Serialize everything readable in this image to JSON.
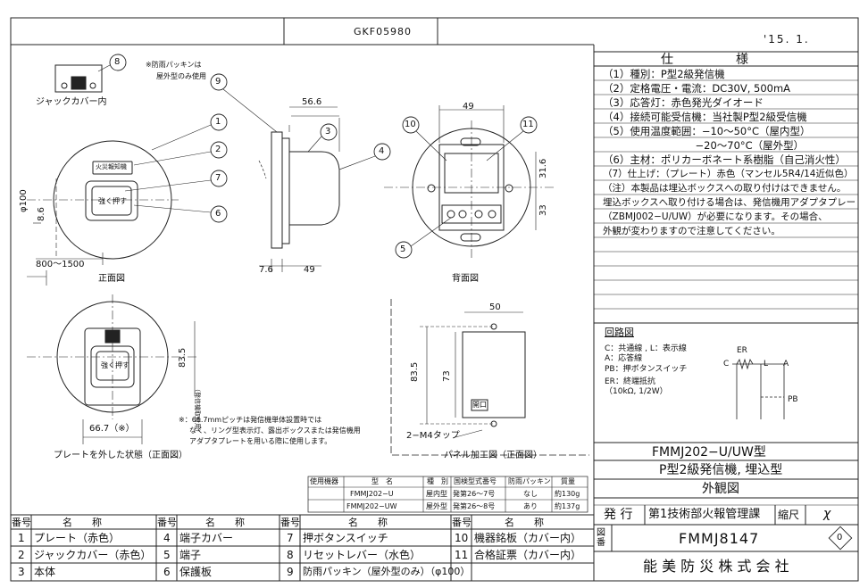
{
  "header": {
    "code": "GKF05980",
    "date": "'15. 1."
  },
  "spec": {
    "title": "仕　　　　　様",
    "lines": [
      "（1）種別：P型2級発信機",
      "（2）定格電圧・電流：DC30V, 500mA",
      "（3）応答灯：赤色発光ダイオード",
      "（4）接続可能受信機：当社製P型2級受信機",
      "（5）使用温度範囲：−10〜50°C（屋内型）",
      "　　　　　　　　　−20〜70°C（屋外型）",
      "（6）主材：ポリカーボネート系樹脂（自己消火性）",
      "（7）仕上げ：（プレート）赤色（マンセル5R4/14近似色）",
      "（注）本製品は埋込ボックスへの取り付けはできません。",
      "埋込ボックスへ取り付ける場合は、発信機用アダプタプレート",
      "（ZBMJ002−U/UW）が必要になります。その場合、",
      "外観が変わりますので注意してください。"
    ]
  },
  "circuit": {
    "title": "回路図",
    "legend": [
      "C：共通線 , L：表示線",
      "A：応答線",
      "PB：押ボタンスイッチ",
      "ER：終端抵抗",
      "（10kΩ, 1/2W）"
    ],
    "labels": {
      "er": "ER",
      "c": "C",
      "l": "L",
      "a": "A",
      "pb": "PB"
    }
  },
  "title_block": {
    "model": "FMMJ202−U/UW型",
    "name": "P型2級発信機, 埋込型",
    "kind": "外観図",
    "issue_label": "発 行",
    "department": "第1技術部火報管理課",
    "scale_label": "縮尺",
    "scale_value": "χ",
    "drawing_no_label": "図番",
    "drawing_no": "FMMJ8147",
    "revision": "0",
    "company": "能 美 防 災 株 式 会 社"
  },
  "model_table": {
    "headers": [
      "使用機器",
      "型　名",
      "種　別",
      "国検型式番号",
      "防雨パッキン",
      "質量"
    ],
    "rows": [
      [
        "",
        "FMMJ202−U",
        "屋内型",
        "発第26〜7号",
        "なし",
        "約130g"
      ],
      [
        "",
        "FMMJ202−UW",
        "屋外型",
        "発第26〜8号",
        "あり",
        "約137g"
      ]
    ]
  },
  "parts": {
    "no_label": "番号",
    "name_label": "名　　称",
    "items": [
      {
        "no": "1",
        "name": "プレート（赤色）"
      },
      {
        "no": "2",
        "name": "ジャックカバー（赤色）"
      },
      {
        "no": "3",
        "name": "本体"
      },
      {
        "no": "4",
        "name": "端子カバー"
      },
      {
        "no": "5",
        "name": "端子"
      },
      {
        "no": "6",
        "name": "保護板"
      },
      {
        "no": "7",
        "name": "押ボタンスイッチ"
      },
      {
        "no": "8",
        "name": "リセットレバー（水色）"
      },
      {
        "no": "9",
        "name": "防雨パッキン（屋外型のみ）（φ100）"
      },
      {
        "no": "10",
        "name": "機器銘板（カバー内）"
      },
      {
        "no": "11",
        "name": "合格証票（カバー内）"
      }
    ]
  },
  "drawing": {
    "jack_cover_label": "ジャックカバー内",
    "front_label": "正面図",
    "back_label": "背面図",
    "plate_off_label": "プレートを外した状態（正面図）",
    "panel_label": "パネル加工図（正面図）",
    "packing_note1": "※防雨パッキンは",
    "packing_note2": "屋外型のみ使用",
    "button_text": "強く押す",
    "fire_label": "火災報知機",
    "dim_100": "φ100",
    "dim_86": "8.6",
    "dim_800": "800〜1500",
    "dim_566": "56.6",
    "dim_76": "7.6",
    "dim_49": "49",
    "dim_49b": "49",
    "dim_316": "31.6",
    "dim_33": "33",
    "dim_835": "83.5",
    "dim_835_note": "（発信機取付用）",
    "dim_667": "66.7（※）",
    "dim_50": "50",
    "dim_835b": "83.5",
    "dim_73": "73",
    "hole_label": "開口",
    "tap_label": "2−M4タップ",
    "pitch_note": [
      "※：66.7mmピッチは発信機単体設置時では",
      "なく、リング型表示灯、露出ボックスまたは発信機用",
      "アダプタプレートを用いる際に使用します。"
    ],
    "balloons": [
      "1",
      "2",
      "3",
      "4",
      "5",
      "6",
      "7",
      "8",
      "9",
      "10",
      "11"
    ]
  }
}
